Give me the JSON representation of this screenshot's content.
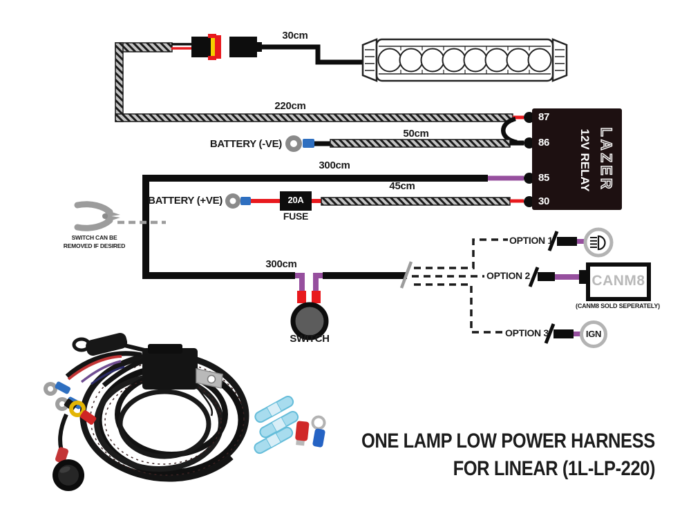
{
  "product": {
    "title_line1": "ONE LAMP LOW POWER HARNESS",
    "title_line2": "FOR LINEAR (1L-LP-220)"
  },
  "measurements": {
    "lamp_lead": "30cm",
    "main_loom": "220cm",
    "ground_lead": "50cm",
    "switch_loom": "300cm",
    "battery_lead": "45cm",
    "switch_run": "300cm"
  },
  "labels": {
    "battery_negative": "BATTERY (-VE)",
    "battery_positive": "BATTERY (+VE)",
    "fuse_rating": "20A",
    "fuse": "FUSE",
    "switch": "SWITCH",
    "switch_note_line1": "SWITCH CAN BE",
    "switch_note_line2": "REMOVED IF DESIRED"
  },
  "relay": {
    "name": "12V RELAY",
    "brand": "LAZER",
    "pin_87": "87",
    "pin_86": "86",
    "pin_85": "85",
    "pin_30": "30"
  },
  "options": {
    "option1": {
      "label": "OPTION 1",
      "device": "headlight"
    },
    "option2": {
      "label": "OPTION 2",
      "device": "CANM8",
      "note": "(CANM8 SOLD SEPERATELY)"
    },
    "option3": {
      "label": "OPTION 3",
      "device": "IGN"
    }
  },
  "colors": {
    "wire_red": "#e8191d",
    "wire_purple": "#964f9e",
    "crimp_blue": "#2e6fc0",
    "terminal_gray": "#8a8a8a",
    "relay_body": "#1d1011",
    "option_ring_gray": "#b3b3b3"
  }
}
